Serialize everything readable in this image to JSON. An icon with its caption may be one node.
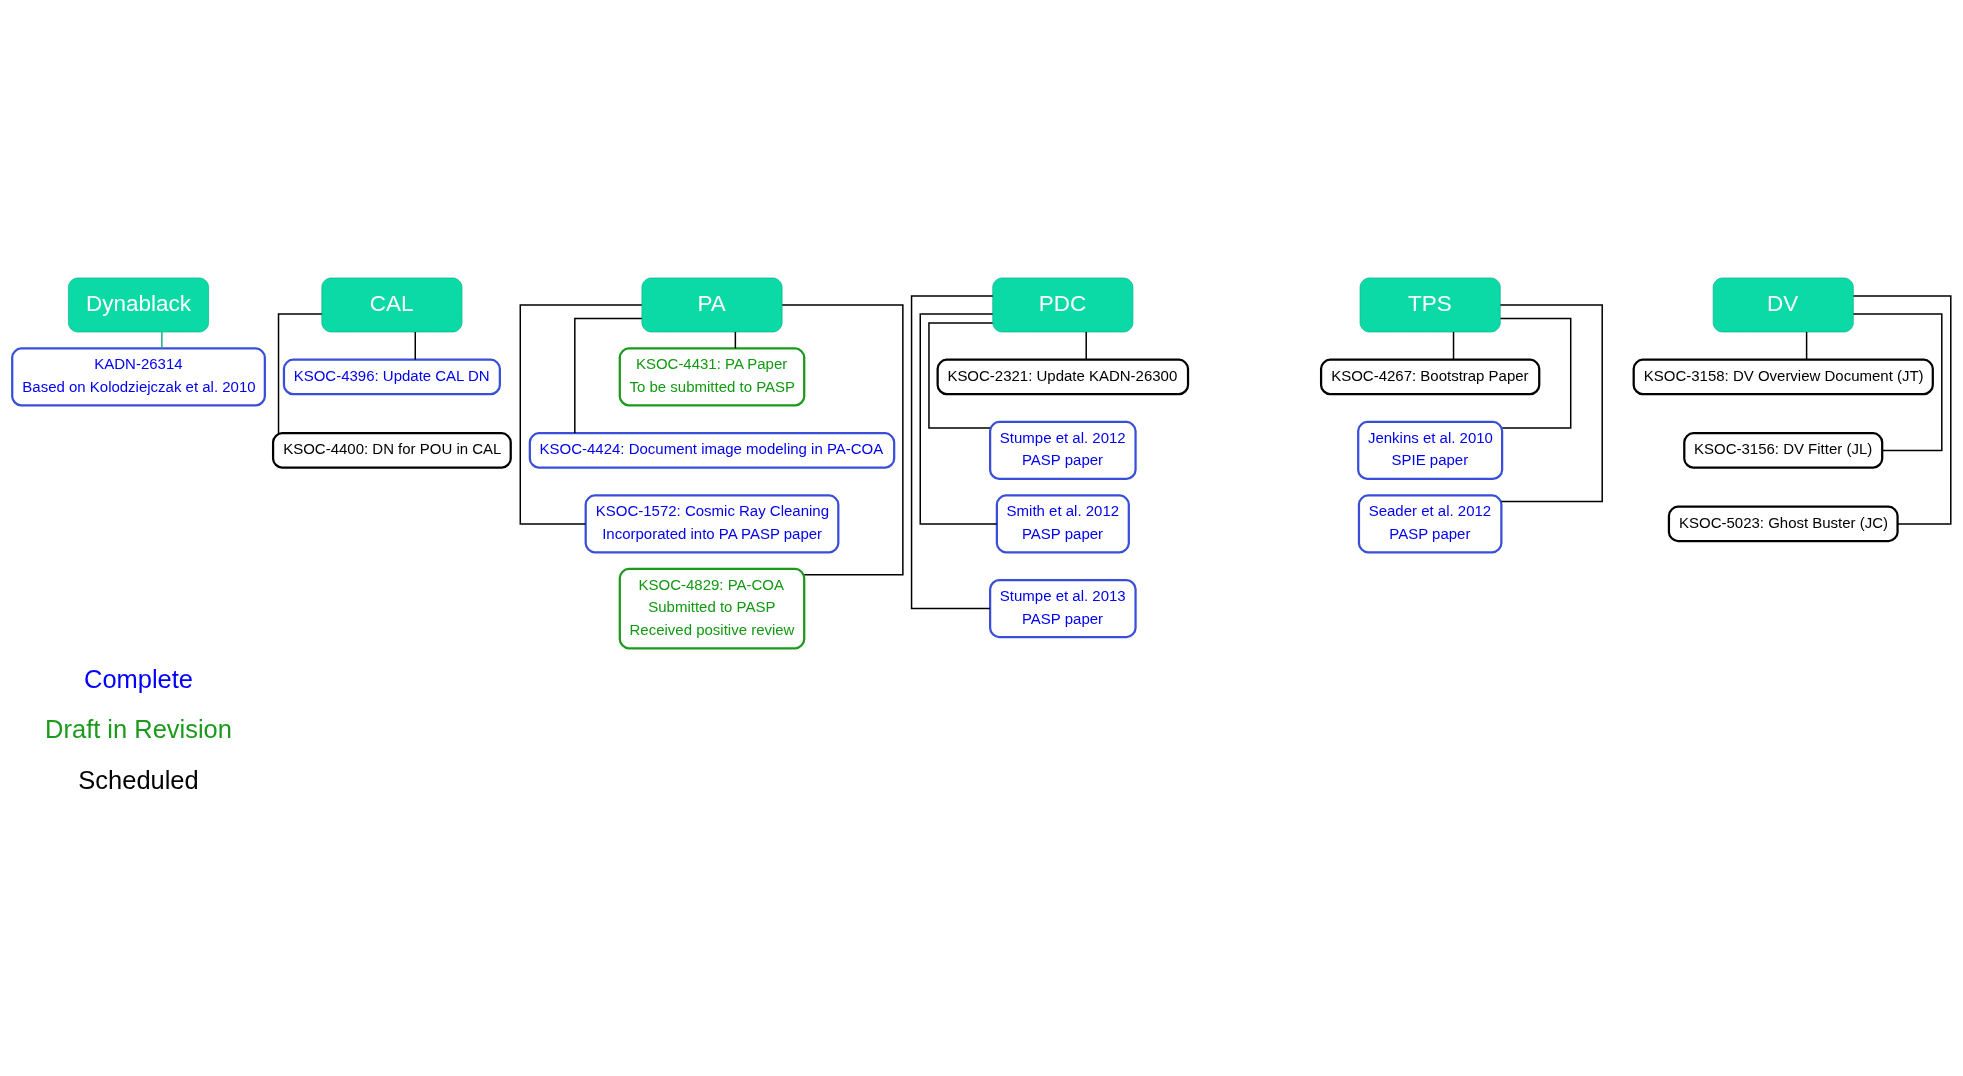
{
  "diagram": {
    "nodes": [
      {
        "text": [
          "Dynablack"
        ]
      },
      {
        "text": [
          "KADN-26314",
          "Based on Kolodziejczak et al. 2010"
        ]
      },
      {
        "text": [
          "CAL"
        ]
      },
      {
        "text": [
          "KSOC-4396: Update CAL DN"
        ]
      },
      {
        "text": [
          "KSOC-4400: DN for POU in CAL"
        ]
      },
      {
        "text": [
          "PA"
        ]
      },
      {
        "text": [
          "KSOC-4431: PA Paper",
          "To be submitted to PASP"
        ]
      },
      {
        "text": [
          "KSOC-4424: Document image modeling in PA-COA"
        ]
      },
      {
        "text": [
          "KSOC-1572: Cosmic Ray Cleaning",
          "Incorporated into PA PASP paper"
        ]
      },
      {
        "text": [
          "KSOC-4829: PA-COA",
          "Submitted to PASP",
          "Received positive review"
        ]
      },
      {
        "text": [
          "PDC"
        ]
      },
      {
        "text": [
          "KSOC-2321: Update KADN-26300"
        ]
      },
      {
        "text": [
          "Stumpe et al. 2012",
          "PASP paper"
        ]
      },
      {
        "text": [
          "Smith et al. 2012",
          "PASP paper"
        ]
      },
      {
        "text": [
          "Stumpe et al. 2013",
          "PASP paper"
        ]
      },
      {
        "text": [
          "TPS"
        ]
      },
      {
        "text": [
          "KSOC-4267: Bootstrap Paper"
        ]
      },
      {
        "text": [
          "Jenkins et al. 2010",
          "SPIE paper"
        ]
      },
      {
        "text": [
          "Seader et al. 2012",
          "PASP paper"
        ]
      },
      {
        "text": [
          "DV"
        ]
      },
      {
        "text": [
          "KSOC-3158: DV Overview Document (JT)"
        ]
      },
      {
        "text": [
          "KSOC-3156: DV Fitter (JL)"
        ]
      },
      {
        "text": [
          "KSOC-5023: Ghost Buster (JC)"
        ]
      }
    ],
    "edges": [
      {
        "from": 0,
        "to": 1,
        "arrow": "none",
        "color": "#1aa88a"
      },
      {
        "from": 2,
        "to": 3,
        "arrow": "none"
      },
      {
        "from": 2,
        "to": 4,
        "arrow": "none"
      },
      {
        "from": 5,
        "to": 6,
        "arrow": "none"
      },
      {
        "from": 5,
        "to": 7,
        "arrow": "none"
      },
      {
        "from": 5,
        "to": 8,
        "arrow": "none"
      },
      {
        "from": 5,
        "to": 9,
        "arrow": "none"
      },
      {
        "from": 10,
        "to": 11,
        "arrow": "none"
      },
      {
        "from": 10,
        "to": 12,
        "arrow": "none"
      },
      {
        "from": 10,
        "to": 13,
        "arrow": "none"
      },
      {
        "from": 10,
        "to": 14,
        "arrow": "none"
      },
      {
        "from": 15,
        "to": 16,
        "arrow": "none"
      },
      {
        "from": 15,
        "to": 17,
        "arrow": "none"
      },
      {
        "from": 15,
        "to": 18,
        "arrow": "none"
      },
      {
        "from": 19,
        "to": 20,
        "arrow": "none"
      },
      {
        "from": 19,
        "to": 21,
        "arrow": "none"
      },
      {
        "from": 19,
        "to": 22,
        "arrow": "none"
      }
    ],
    "legend": [
      {
        "text": "Complete",
        "color": "#0000ff"
      },
      {
        "text": "Draft in Revision",
        "color": "#1a9a1a"
      },
      {
        "text": "Scheduled",
        "color": "#000000"
      }
    ]
  }
}
